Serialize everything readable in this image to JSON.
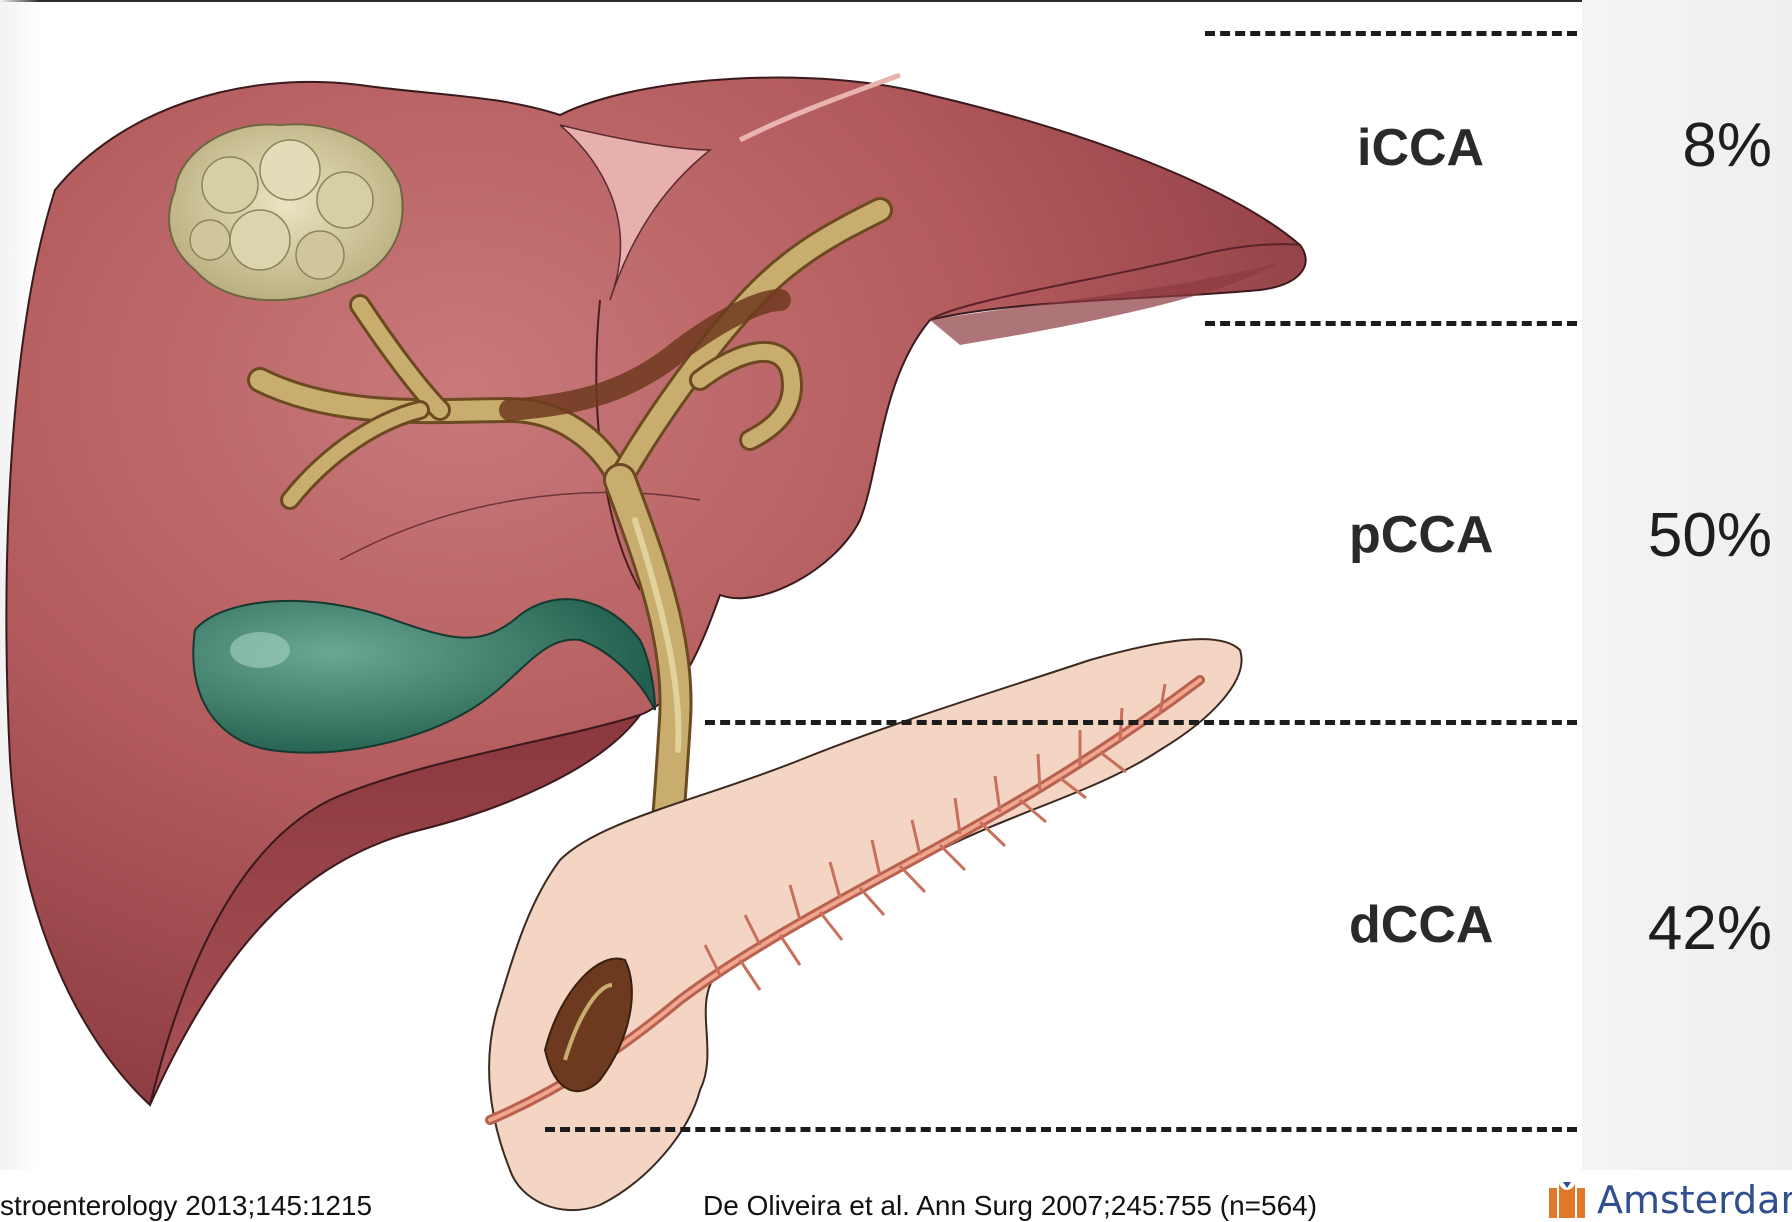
{
  "diagram": {
    "rows": [
      {
        "type": "iCCA",
        "percent": "8%"
      },
      {
        "type": "pCCA",
        "percent": "50%"
      },
      {
        "type": "dCCA",
        "percent": "42%"
      }
    ]
  },
  "footer": {
    "left_citation": "stroenterology 2013;145:1215",
    "center_citation": "De Oliveira et al. Ann Surg 2007;245:755 (n=564)",
    "logo_text": "Amsterdam"
  },
  "colors": {
    "liver": "#b25a5c",
    "liver_dark": "#7e3238",
    "bile_duct": "#c8ad6e",
    "gallbladder": "#2f7a64",
    "pancreas": "#f4d5c4",
    "tumor": "#d2caa0",
    "logo_blue": "#2f4f8f",
    "logo_orange": "#e0772b"
  }
}
